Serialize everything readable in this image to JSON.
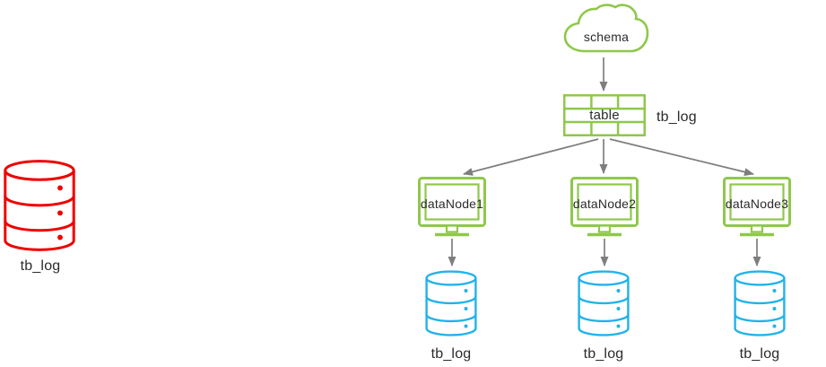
{
  "diagram": {
    "source": {
      "label": "tb_log"
    },
    "cloud": {
      "label": "schema"
    },
    "table": {
      "label": "table",
      "annotation": "tb_log"
    },
    "nodes": [
      {
        "label": "dataNode1",
        "db_label": "tb_log"
      },
      {
        "label": "dataNode2",
        "db_label": "tb_log"
      },
      {
        "label": "dataNode3",
        "db_label": "tb_log"
      }
    ]
  },
  "colors": {
    "green": "#8FC84A",
    "red": "#EE0000",
    "blue": "#22B2EA",
    "arrow": "#7E7E7E",
    "text": "#2B2B2B"
  }
}
